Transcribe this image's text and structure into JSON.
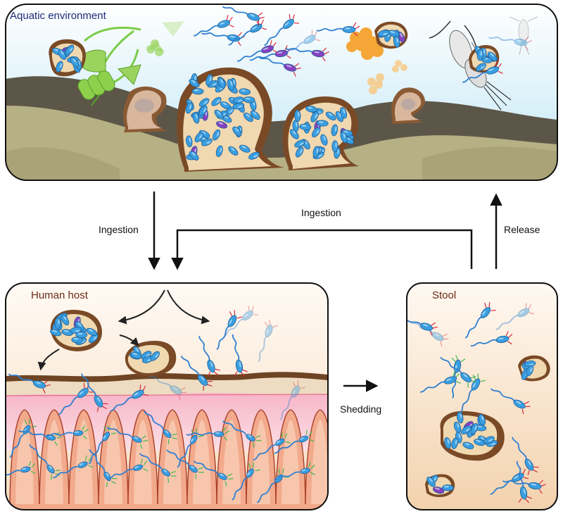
{
  "panels": {
    "aquatic": {
      "title": "Aquatic environment",
      "title_color": "#1b2a7a"
    },
    "human": {
      "title": "Human host",
      "title_color": "#6b2a14"
    },
    "stool": {
      "title": "Stool",
      "title_color": "#6b2a14"
    }
  },
  "arrows": {
    "ingestion_down": "Ingestion",
    "ingestion_loop": "Ingestion",
    "release": "Release",
    "shedding": "Shedding"
  },
  "colors": {
    "bacterium": "#3a9ee0",
    "bacterium_purple": "#8a3fc0",
    "flagellum": "#2f7fd0",
    "pili": "#d8283a",
    "biofilm_matrix": "#f0d8b0",
    "sediment": "#5a5348",
    "water": "#cfeaf4",
    "gut_tissue": "#f2a98c"
  }
}
